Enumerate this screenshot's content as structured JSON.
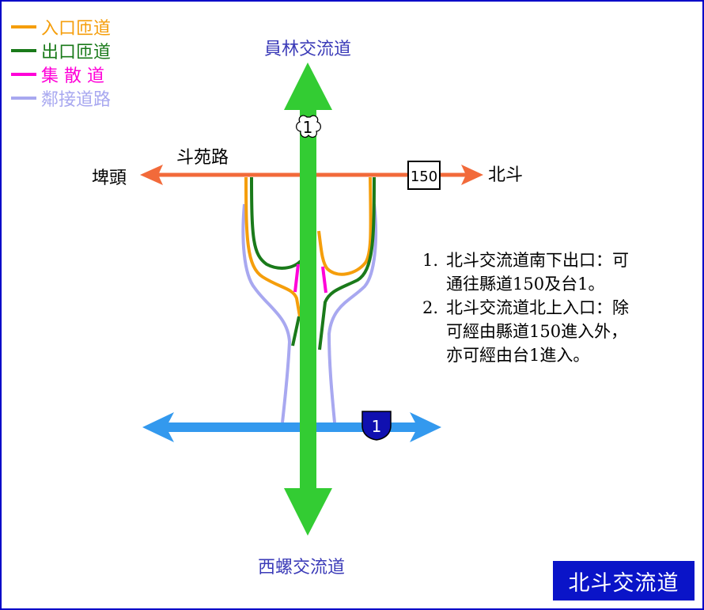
{
  "legend": [
    {
      "label": "入口匝道",
      "color": "#f59e0b"
    },
    {
      "label": "出口匝道",
      "color": "#1a7a1a"
    },
    {
      "label": "集 散 道",
      "color": "#ff00d8"
    },
    {
      "label": "鄰接道路",
      "color": "#a8a8f0"
    }
  ],
  "places": {
    "north": "員林交流道",
    "south": "西螺交流道",
    "west": "埤頭",
    "east": "北斗",
    "road_name": "斗苑路"
  },
  "shields": {
    "freeway": "1",
    "county": "150",
    "provincial": "1"
  },
  "notes": [
    {
      "num": "1.",
      "lines": [
        "北斗交流道南下出口：可",
        "通往縣道150及台1。"
      ]
    },
    {
      "num": "2.",
      "lines": [
        "北斗交流道北上入口：除",
        "可經由縣道150進入外，",
        "亦可經由台1進入。"
      ]
    }
  ],
  "title": "北斗交流道",
  "colors": {
    "freeway": "#33cc33",
    "county_road": "#f26a3a",
    "provincial_road": "#3399ee",
    "frame": "#0000c8",
    "title_bg": "#0a14c8",
    "place_label": "#3b3bb8"
  }
}
